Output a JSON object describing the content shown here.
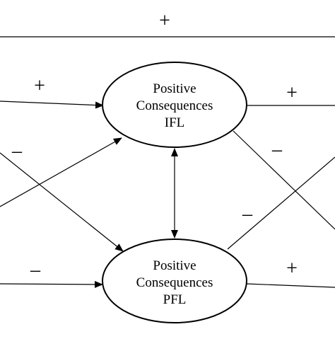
{
  "nodes": {
    "ifl": {
      "lines": [
        "Positive",
        "Consequences",
        "IFL"
      ]
    },
    "pfl": {
      "lines": [
        "Positive",
        "Consequences",
        "PFL"
      ]
    }
  },
  "signs": {
    "top": "+",
    "in_upper": "+",
    "in_cross_a": "–",
    "in_lower": "–",
    "out_upper": "+",
    "out_cross_a": "–",
    "out_cross_b": "–",
    "out_lower": "+"
  },
  "colors": {
    "stroke": "#000000",
    "background": "#ffffff"
  }
}
